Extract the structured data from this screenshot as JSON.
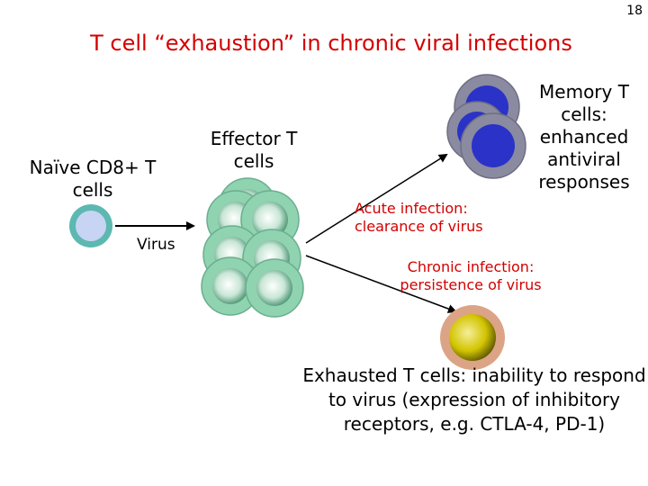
{
  "slide_number": "18",
  "title": "T cell “exhaustion” in chronic viral infections",
  "labels": {
    "naive": "Naïve CD8+ T cells",
    "effector": "Effector T cells",
    "virus": "Virus",
    "memory": "Memory T cells: enhanced antiviral responses",
    "acute": "Acute infection: clearance of virus",
    "chronic": "Chronic infection: persistence of virus",
    "exhausted": "Exhausted T cells: inability to respond to virus (expression of inhibitory receptors, e.g. CTLA-4, PD-1)"
  },
  "colors": {
    "title": "#d40000",
    "naive_cell_membrane": "#5cb8b0",
    "naive_cell_nucleus": "#c8d4f4",
    "effector_cell": "#8fd3b0",
    "memory_cell_outer": "#8a8aa0",
    "memory_cell_nucleus": "#2a32c8",
    "exhausted_cell_outer": "#dca486",
    "exhausted_cell_nucleus": "#d8c800"
  }
}
